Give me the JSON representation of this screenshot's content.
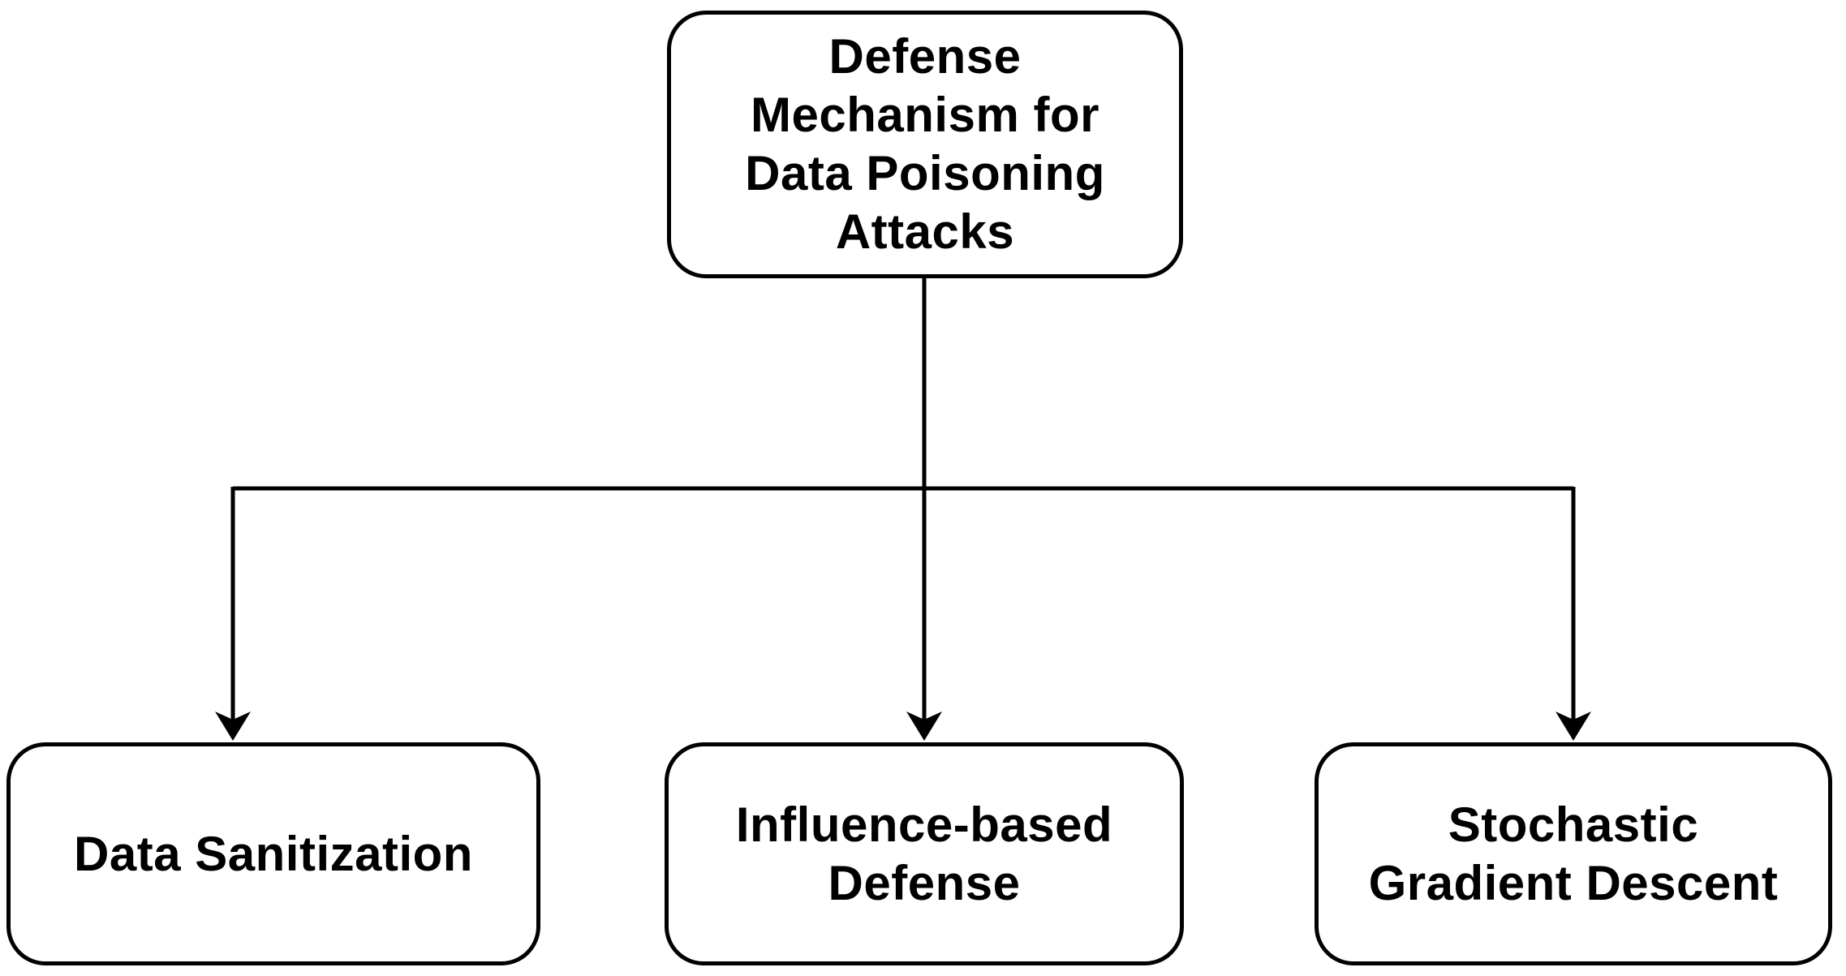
{
  "diagram": {
    "type": "flowchart",
    "background_color": "#ffffff",
    "node_fill_color": "#ffffff",
    "node_border_color": "#000000",
    "edge_color": "#000000",
    "text_color": "#000000",
    "nodes": [
      {
        "id": "root",
        "label": "Defense\nMechanism for\nData Poisoning\nAttacks"
      },
      {
        "id": "data-sanitization",
        "label": "Data Sanitization"
      },
      {
        "id": "influence-based-defense",
        "label": "Influence-based\nDefense"
      },
      {
        "id": "stochastic-gradient-descent",
        "label": "Stochastic\nGradient Descent"
      }
    ],
    "edges": [
      {
        "from": "root",
        "to": "data-sanitization"
      },
      {
        "from": "root",
        "to": "influence-based-defense"
      },
      {
        "from": "root",
        "to": "stochastic-gradient-descent"
      }
    ]
  }
}
